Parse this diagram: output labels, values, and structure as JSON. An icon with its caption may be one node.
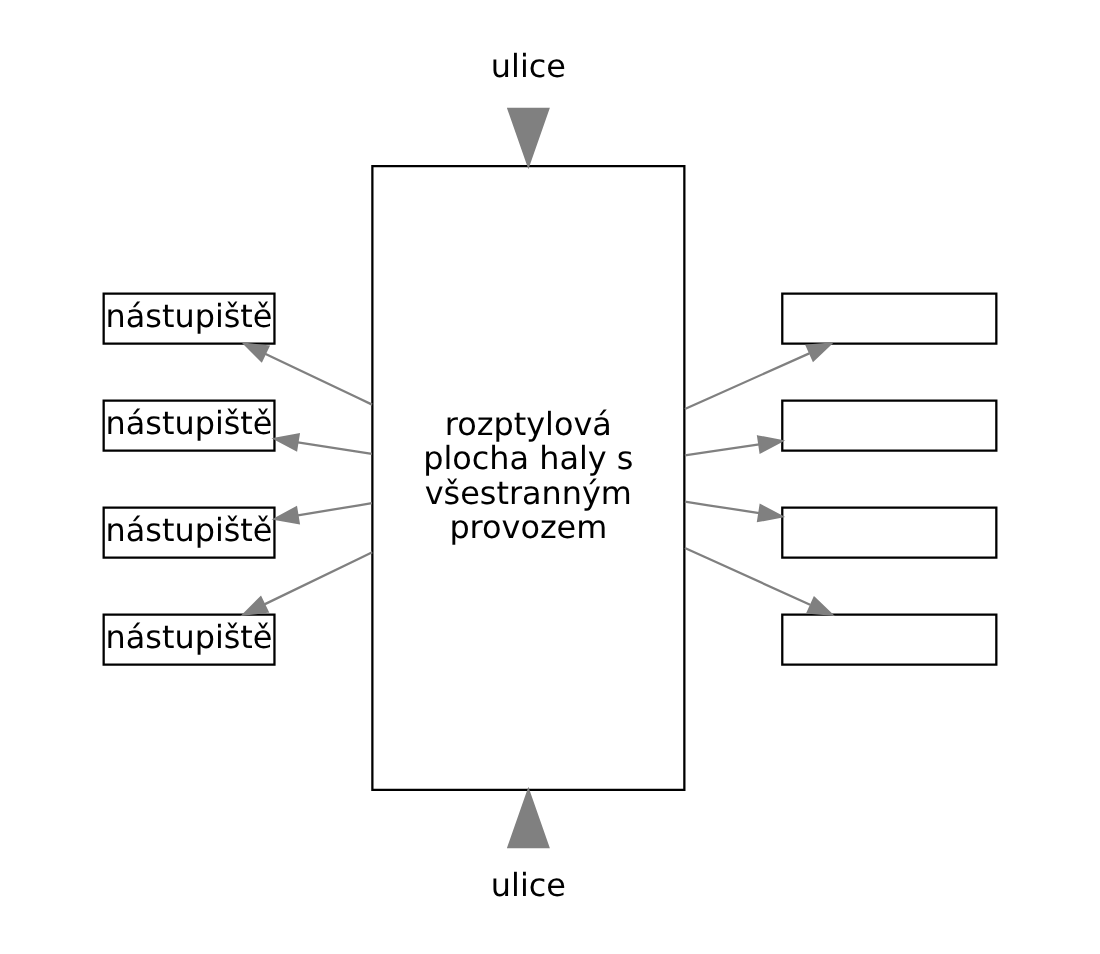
{
  "diagram": {
    "nodes": [
      {
        "text": [
          "ulice"
        ]
      },
      {
        "text": [
          "rozptylová plocha haly s všestranným provozem"
        ]
      },
      {
        "text": [
          "nástupiště"
        ]
      },
      {
        "text": [
          "nástupiště"
        ]
      },
      {
        "text": [
          "nástupiště"
        ]
      },
      {
        "text": [
          "nástupiště"
        ]
      },
      {
        "text": [],
        "shape": "box"
      },
      {
        "text": [],
        "shape": "box"
      },
      {
        "text": [],
        "shape": "box"
      },
      {
        "text": [],
        "shape": "box"
      },
      {
        "text": [
          "ulice"
        ]
      }
    ],
    "edges": [
      {
        "from": 0,
        "to": 1,
        "arrow": "to"
      },
      {
        "from": 1,
        "to": 2,
        "arrow": "to"
      },
      {
        "from": 1,
        "to": 3,
        "arrow": "to"
      },
      {
        "from": 1,
        "to": 4,
        "arrow": "to"
      },
      {
        "from": 1,
        "to": 5,
        "arrow": "to"
      },
      {
        "from": 1,
        "to": 6,
        "arrow": "to"
      },
      {
        "from": 1,
        "to": 7,
        "arrow": "to"
      },
      {
        "from": 1,
        "to": 8,
        "arrow": "to"
      },
      {
        "from": 1,
        "to": 9,
        "arrow": "to"
      },
      {
        "from": 10,
        "to": 1,
        "arrow": "to"
      }
    ]
  }
}
